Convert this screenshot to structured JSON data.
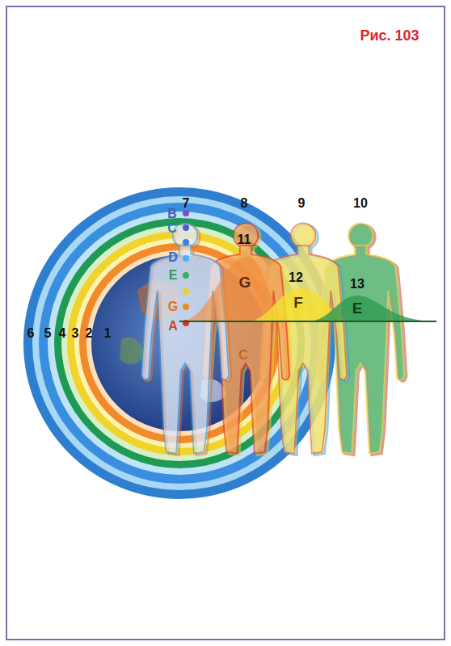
{
  "diagram": {
    "title": "Рис. 103",
    "labels": [
      "6",
      "5",
      "4",
      "3",
      "2",
      "1",
      "7",
      "8",
      "9",
      "10",
      "B",
      "C",
      "D",
      "E",
      "G",
      "A",
      "11",
      "G",
      "C",
      "12",
      "F",
      "13",
      "E"
    ]
  }
}
